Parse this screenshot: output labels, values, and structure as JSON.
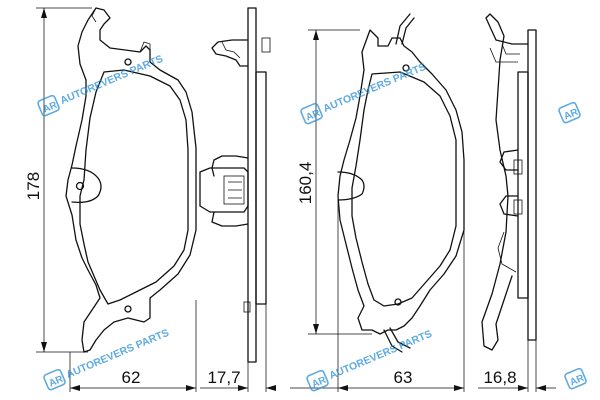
{
  "dimensions": {
    "pad1_height": "178",
    "pad1_width": "62",
    "pad1_thickness": "17,7",
    "pad2_height": "160,4",
    "pad2_width": "63",
    "pad2_thickness": "16,8"
  },
  "watermark": {
    "text": "AUTOREVERS PARTS",
    "logo": "AR",
    "color": "#2a8fd6"
  }
}
